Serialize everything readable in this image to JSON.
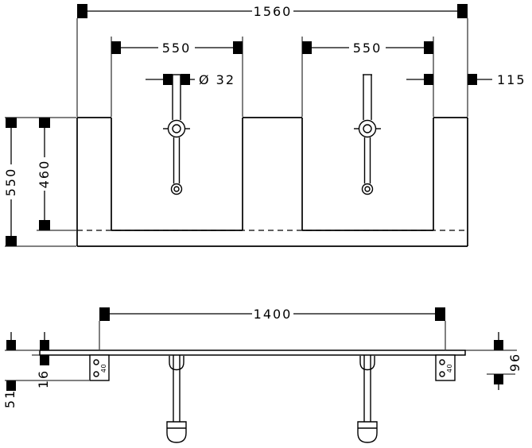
{
  "drawing": {
    "front_view": {
      "overall_width_mm": "1560",
      "cutout_width_left_mm": "550",
      "cutout_width_right_mm": "550",
      "tap_hole_diameter": "Ø 32",
      "side_offset_mm": "115",
      "console_depth_mm": "550",
      "cutout_depth_mm": "460"
    },
    "installation_view": {
      "fixing_centres_mm": "1400",
      "bracket_height_mm": "51",
      "board_thickness_mm": "16",
      "trap_height_mm": "96",
      "bracket_hole_spacing_left_mm": "40",
      "bracket_hole_spacing_right_mm": "40"
    },
    "style": {
      "line_color": "#000000",
      "background_color": "#ffffff"
    }
  }
}
